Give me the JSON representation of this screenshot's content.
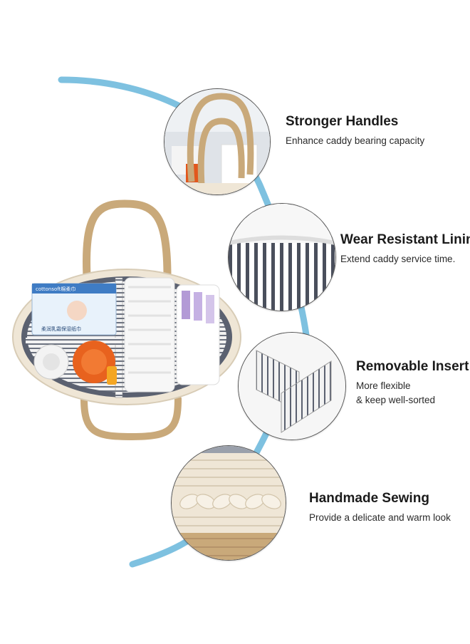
{
  "colors": {
    "arc": "#7ec1e0",
    "handle": "#c9a97a",
    "stripe_dark": "#4a4f5c",
    "stripe_light": "#ffffff",
    "rope_cream": "#efe6d6"
  },
  "product": {
    "wipes_brand": "cottonsoft棉柔巾",
    "wipes_text": "柔润乳霜保湿纸巾"
  },
  "features": [
    {
      "title": "Stronger Handles",
      "desc_lines": [
        "Enhance caddy bearing capacity"
      ],
      "icon": "handles-closeup"
    },
    {
      "title": "Wear Resistant Lining",
      "desc_lines": [
        "Extend caddy service time."
      ],
      "icon": "lining-closeup"
    },
    {
      "title": "Removable Insert",
      "desc_lines": [
        "More flexible",
        "& keep well-sorted"
      ],
      "icon": "insert-closeup"
    },
    {
      "title": "Handmade Sewing",
      "desc_lines": [
        "Provide a delicate and warm look"
      ],
      "icon": "sewing-closeup"
    }
  ]
}
